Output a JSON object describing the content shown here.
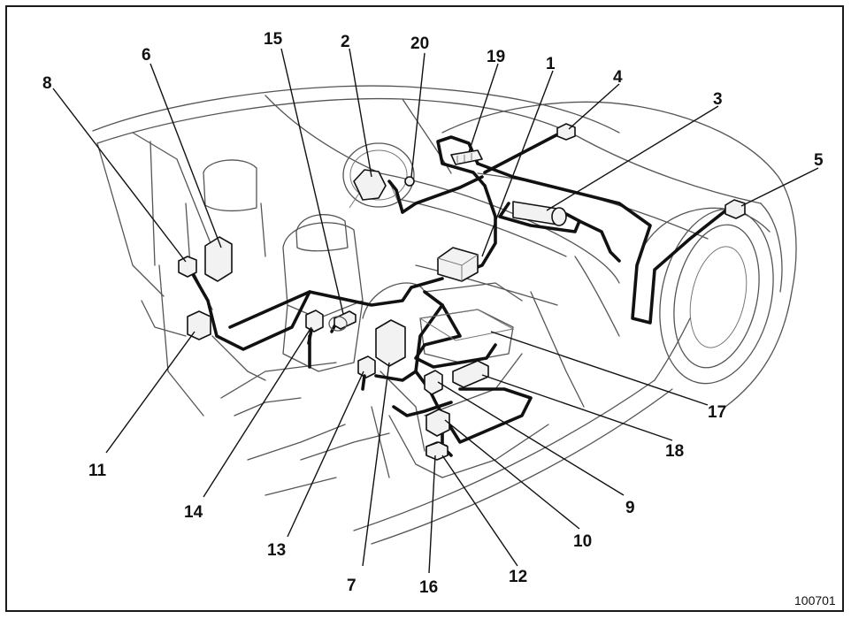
{
  "figure_id": "100701",
  "callouts": [
    {
      "id": "c1",
      "label": "1"
    },
    {
      "id": "c2",
      "label": "2"
    },
    {
      "id": "c3",
      "label": "3"
    },
    {
      "id": "c4",
      "label": "4"
    },
    {
      "id": "c5",
      "label": "5"
    },
    {
      "id": "c6",
      "label": "6"
    },
    {
      "id": "c7",
      "label": "7"
    },
    {
      "id": "c8",
      "label": "8"
    },
    {
      "id": "c9",
      "label": "9"
    },
    {
      "id": "c10",
      "label": "10"
    },
    {
      "id": "c11",
      "label": "11"
    },
    {
      "id": "c12",
      "label": "12"
    },
    {
      "id": "c13",
      "label": "13"
    },
    {
      "id": "c14",
      "label": "14"
    },
    {
      "id": "c15",
      "label": "15"
    },
    {
      "id": "c16",
      "label": "16"
    },
    {
      "id": "c17",
      "label": "17"
    },
    {
      "id": "c18",
      "label": "18"
    },
    {
      "id": "c19",
      "label": "19"
    },
    {
      "id": "c20",
      "label": "20"
    }
  ]
}
